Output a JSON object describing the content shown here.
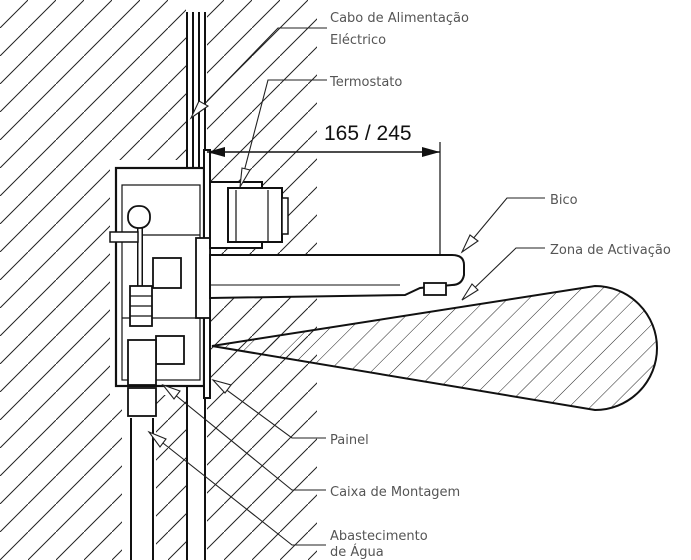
{
  "labels": {
    "power_cable_line1": "Cabo de Alimentação",
    "power_cable_line2": "Eléctrico",
    "thermostat": "Termostato",
    "spout": "Bico",
    "activation_zone": "Zona de Activação",
    "panel": "Painel",
    "mounting_box": "Caixa de Montagem",
    "water_supply_line1": "Abastecimento",
    "water_supply_line2": "de Água"
  },
  "dimension": {
    "projection": "165 / 245"
  }
}
